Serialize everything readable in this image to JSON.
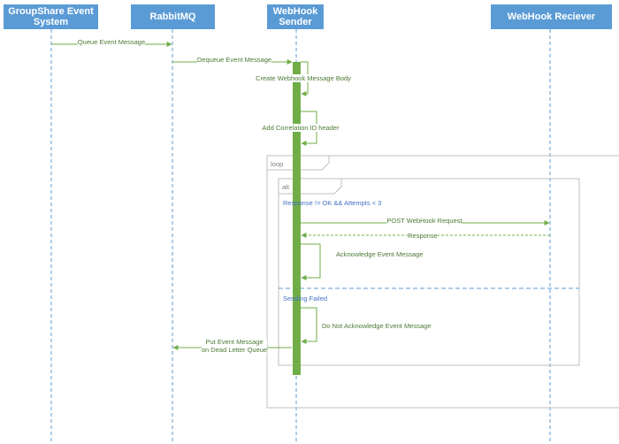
{
  "actors": {
    "groupshare": "GroupShare Event\nSystem",
    "rabbitmq": "RabbitMQ",
    "webhook_sender": "WebHook\nSender",
    "webhook_receiver": "WebHook Reciever"
  },
  "messages": {
    "queue_event": "Queue Event Message",
    "dequeue_event": "Dequeue Event Message",
    "create_body": "Create Webhook Message Body",
    "add_correlation": "Add Correlation ID header",
    "post_request": "POST WebHook Request",
    "response": "Response",
    "acknowledge": "Acknowledge Event Message",
    "do_not_acknowledge": "Do Not Acknowledge Event Message",
    "put_dead_letter": "Put Event Message\non Dead Letter Queue"
  },
  "frames": {
    "loop": "loop",
    "alt": "alt"
  },
  "guards": {
    "condition": "Response != OK && Attempts < 3",
    "else": "Sending Failed"
  },
  "colors": {
    "actor_fill": "#5b9bd5",
    "lifeline": "#5b9bd5",
    "message": "#70ad47",
    "activation": "#70ad47",
    "frame": "#bfbfbf",
    "guard_text": "#4472c4"
  }
}
